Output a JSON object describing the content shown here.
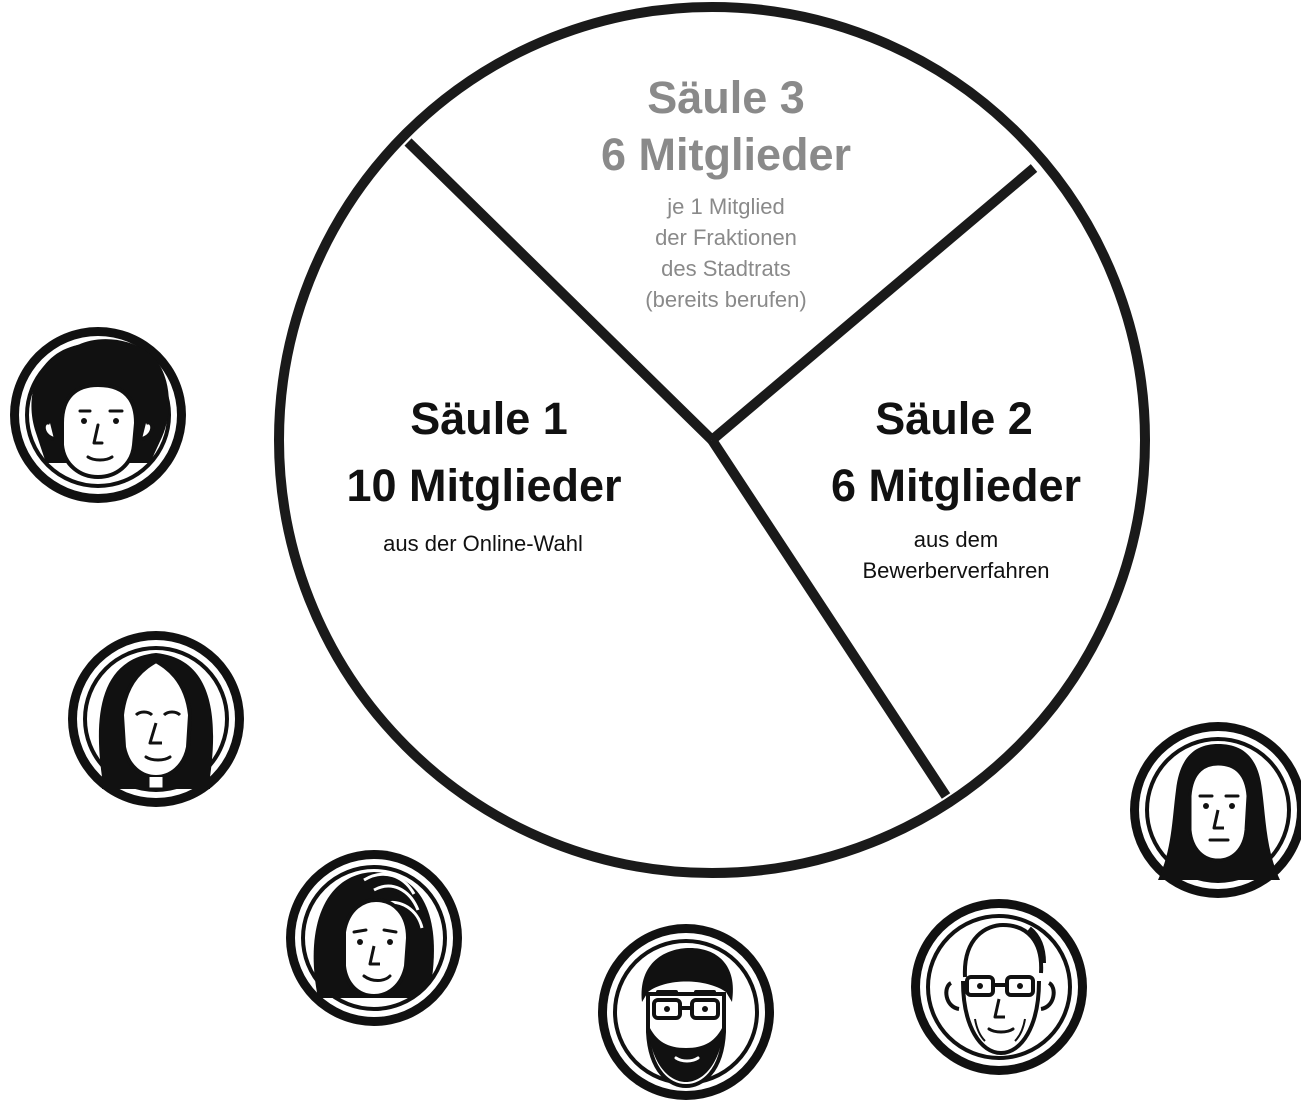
{
  "diagram": {
    "segments": [
      {
        "id": "saeule-1",
        "title": "Säule 1",
        "members": "10 Mitglieder",
        "members_count": 10,
        "description_lines": [
          "aus der Online-Wahl"
        ],
        "text_color": "#111111"
      },
      {
        "id": "saeule-2",
        "title": "Säule 2",
        "members": "6 Mitglieder",
        "members_count": 6,
        "description_lines": [
          "aus dem",
          "Bewerberverfahren"
        ],
        "text_color": "#111111"
      },
      {
        "id": "saeule-3",
        "title": "Säule 3",
        "members": "6 Mitglieder",
        "members_count": 6,
        "description_lines": [
          "je 1 Mitglied",
          "der Fraktionen",
          "des Stadtrats",
          "(bereits berufen)"
        ],
        "text_color": "#8a8a8a"
      }
    ],
    "avatars": [
      {
        "name": "avatar-afro-hair-icon"
      },
      {
        "name": "avatar-long-straight-hair-icon"
      },
      {
        "name": "avatar-dreadlocks-icon"
      },
      {
        "name": "avatar-bearded-man-glasses-icon"
      },
      {
        "name": "avatar-older-man-glasses-icon"
      },
      {
        "name": "avatar-headscarf-icon"
      }
    ],
    "colors": {
      "stroke": "#1a1a1a",
      "muted": "#8a8a8a",
      "background": "#ffffff"
    }
  }
}
